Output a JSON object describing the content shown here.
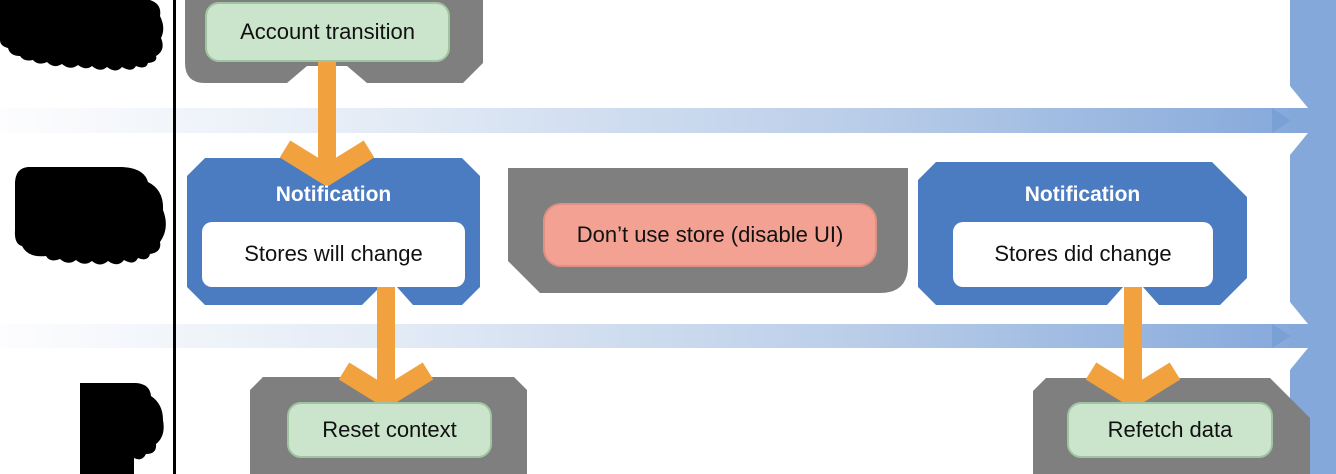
{
  "diagram": {
    "kind": "flowchart",
    "background": "#ffffff",
    "nodes": {
      "account_transition": {
        "label": "Account transition",
        "type": "action",
        "fill": "#cbe5cc"
      },
      "notification_left": {
        "title": "Notification",
        "label": "Stores will change",
        "type": "notification",
        "fill": "#4b7cc1"
      },
      "dont_use_store": {
        "label": "Don’t use store (disable UI)",
        "type": "warning",
        "fill": "#f2a193"
      },
      "notification_right": {
        "title": "Notification",
        "label": "Stores did change",
        "type": "notification",
        "fill": "#4b7cc1"
      },
      "reset_context": {
        "label": "Reset context",
        "type": "action",
        "fill": "#cbe5cc"
      },
      "refetch_data": {
        "label": "Refetch data",
        "type": "action",
        "fill": "#cbe5cc"
      }
    },
    "connectors": [
      {
        "from": "account_transition",
        "to": "notification_left",
        "style": "orange-arrow-down"
      },
      {
        "from": "notification_left",
        "to": "reset_context",
        "style": "orange-arrow-down"
      },
      {
        "from": "notification_right",
        "to": "refetch_data",
        "style": "orange-arrow-down"
      }
    ],
    "lanes": {
      "separator_line_color": "#000000",
      "redacted_labels_count": 3,
      "redacted_fill": "#000000"
    },
    "timeline": {
      "bands_count": 2,
      "band_gradient_left": "#fdfdfe",
      "band_gradient_right": "#86a9db",
      "right_bar_color": "#84a8da"
    },
    "colors": {
      "container_gray": "#7f7f7f",
      "notification_blue": "#4b7cc1",
      "action_green": "#cbe5cc",
      "warning_salmon": "#f2a193",
      "arrow_orange": "#f1a23f"
    }
  }
}
